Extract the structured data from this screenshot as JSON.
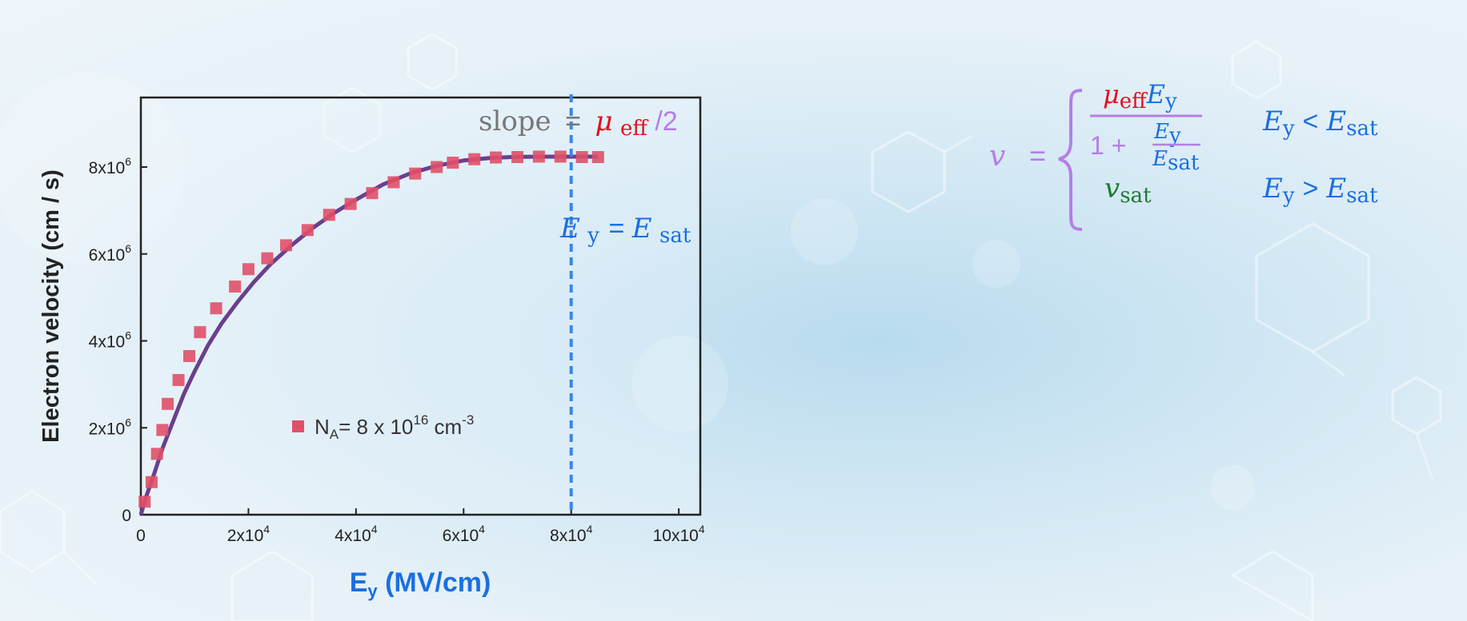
{
  "chart_data": {
    "type": "scatter",
    "xlabel": {
      "main": "E",
      "sub": "y",
      "rest": " (MV/cm)"
    },
    "ylabel": "Electron velocity (cm / s)",
    "xlim": [
      0,
      104000
    ],
    "ylim": [
      0,
      9600000
    ],
    "x_ticks": [
      {
        "value": 0,
        "mantissa": "0",
        "exp": ""
      },
      {
        "value": 20000,
        "mantissa": "2x10",
        "exp": "4"
      },
      {
        "value": 40000,
        "mantissa": "4x10",
        "exp": "4"
      },
      {
        "value": 60000,
        "mantissa": "6x10",
        "exp": "4"
      },
      {
        "value": 80000,
        "mantissa": "8x10",
        "exp": "4"
      },
      {
        "value": 100000,
        "mantissa": "10x10",
        "exp": "4"
      }
    ],
    "y_ticks": [
      {
        "value": 0,
        "mantissa": "0",
        "exp": ""
      },
      {
        "value": 2000000,
        "mantissa": "2x10",
        "exp": "6"
      },
      {
        "value": 4000000,
        "mantissa": "4x10",
        "exp": "6"
      },
      {
        "value": 6000000,
        "mantissa": "6x10",
        "exp": "6"
      },
      {
        "value": 8000000,
        "mantissa": "8x10",
        "exp": "6"
      }
    ],
    "series": [
      {
        "name": "N_A = 8 x 10^16 cm^-3",
        "color": "#e05068",
        "marker": "square",
        "points": [
          [
            700,
            300000
          ],
          [
            2000,
            750000
          ],
          [
            3000,
            1400000
          ],
          [
            4000,
            1950000
          ],
          [
            5000,
            2550000
          ],
          [
            7000,
            3100000
          ],
          [
            9000,
            3650000
          ],
          [
            11000,
            4200000
          ],
          [
            14000,
            4750000
          ],
          [
            17500,
            5250000
          ],
          [
            20000,
            5650000
          ],
          [
            23500,
            5900000
          ],
          [
            27000,
            6200000
          ],
          [
            31000,
            6550000
          ],
          [
            35000,
            6900000
          ],
          [
            39000,
            7150000
          ],
          [
            43000,
            7400000
          ],
          [
            47000,
            7650000
          ],
          [
            51000,
            7850000
          ],
          [
            55000,
            8000000
          ],
          [
            58000,
            8100000
          ],
          [
            62000,
            8180000
          ],
          [
            66000,
            8220000
          ],
          [
            70000,
            8230000
          ],
          [
            74000,
            8240000
          ],
          [
            78000,
            8240000
          ],
          [
            82000,
            8230000
          ],
          [
            85000,
            8230000
          ]
        ]
      },
      {
        "type": "line",
        "color": "#6a3f8c",
        "points": [
          [
            0,
            0
          ],
          [
            1000,
            420000
          ],
          [
            2500,
            950000
          ],
          [
            4000,
            1520000
          ],
          [
            6000,
            2150000
          ],
          [
            8000,
            2780000
          ],
          [
            10000,
            3300000
          ],
          [
            12500,
            3900000
          ],
          [
            15000,
            4400000
          ],
          [
            18000,
            4900000
          ],
          [
            21000,
            5350000
          ],
          [
            24000,
            5750000
          ],
          [
            28000,
            6200000
          ],
          [
            32000,
            6600000
          ],
          [
            36000,
            6950000
          ],
          [
            40000,
            7250000
          ],
          [
            45000,
            7600000
          ],
          [
            50000,
            7850000
          ],
          [
            55000,
            8030000
          ],
          [
            60000,
            8150000
          ],
          [
            65000,
            8210000
          ],
          [
            70000,
            8235000
          ],
          [
            75000,
            8240000
          ],
          [
            80000,
            8240000
          ],
          [
            85000,
            8240000
          ]
        ]
      }
    ],
    "legend": {
      "label": "N",
      "sub": "A",
      "mid": "= 8 x 10",
      "sup1": "16",
      "unit": " cm",
      "sup2": "-3",
      "placement": "lower-middle"
    },
    "vline": {
      "x": 80000,
      "color": "#3a86e6",
      "style": "dashed"
    },
    "annotations": {
      "slope": {
        "text": "slope",
        "eq": "=",
        "mu": "μ",
        "mu_sub": "eff",
        "div": "/2"
      },
      "esat": {
        "E": "E",
        "sub": "y",
        "eq": "=",
        "E2": "E",
        "sub2": "sat"
      }
    },
    "colors": {
      "red": "#e0101e",
      "blue": "#1a6fe0",
      "purple": "#b57ee6",
      "green": "#1f7a36",
      "axis": "#222222"
    }
  },
  "equation": {
    "lhs": "v",
    "eq": "=",
    "num_mu": "μ",
    "num_mu_sub": "eff",
    "num_E": "E",
    "num_E_sub": "y",
    "den_one": "1 +",
    "den_E": "E",
    "den_E_sub": "y",
    "den_Esat": "E",
    "den_Esat_sub": "sat",
    "cond1_E": "E",
    "cond1_E_sub": "y",
    "cond1_op": "<",
    "cond1_rhs": "E",
    "cond1_rhs_sub": "sat",
    "vsat": "v",
    "vsat_sub": "sat",
    "cond2_E": "E",
    "cond2_E_sub": "y",
    "cond2_op": ">",
    "cond2_rhs": "E",
    "cond2_rhs_sub": "sat"
  }
}
